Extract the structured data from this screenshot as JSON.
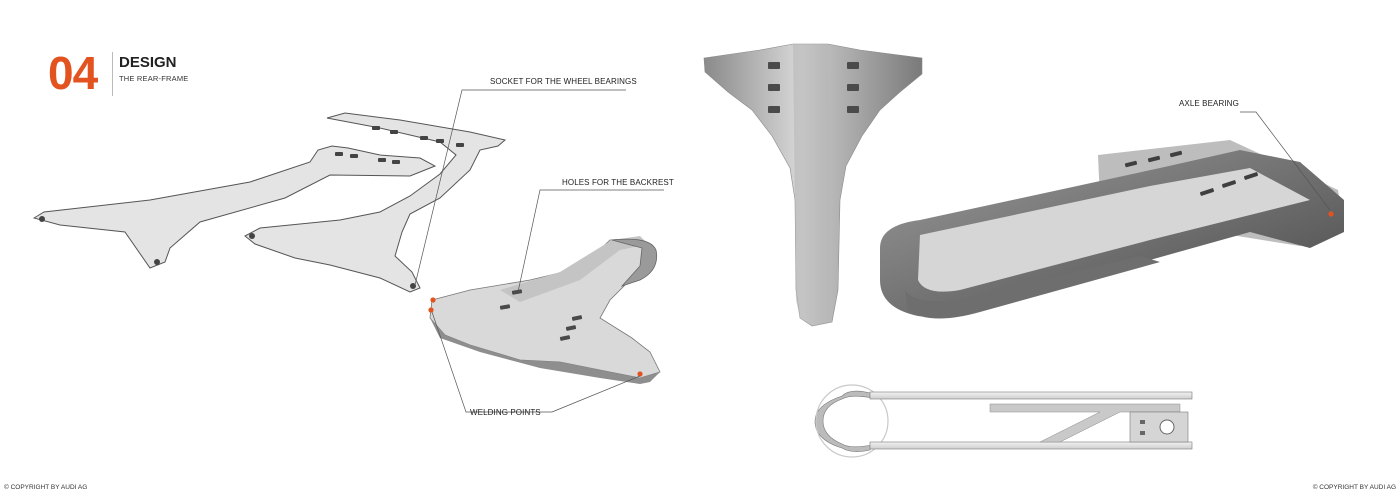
{
  "header": {
    "number": "04",
    "title": "DESIGN",
    "subtitle": "THE REAR-FRAME"
  },
  "callouts": {
    "socket": "SOCKET FOR THE WHEEL BEARINGS",
    "holes": "HOLES FOR THE BACKREST",
    "welding": "WELDING POINTS",
    "axle": "AXLE BEARING"
  },
  "footer": {
    "copyright_left": "© COPYRIGHT BY AUDI AG",
    "copyright_right": "© COPYRIGHT BY AUDI AG"
  },
  "colors": {
    "accent": "#e2531f",
    "metal_light": "#d3d3d3",
    "metal_mid": "#a8a8a8",
    "metal_dark": "#5e5e5e"
  }
}
